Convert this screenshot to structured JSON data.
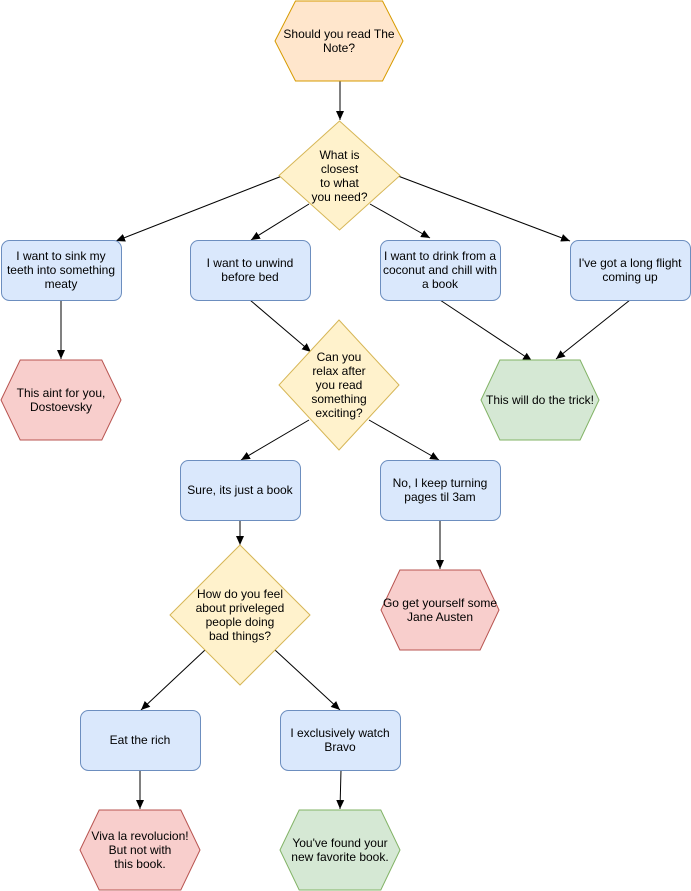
{
  "colors": {
    "start_fill": "#ffe6cc",
    "start_stroke": "#d79b00",
    "decision_fill": "#fff2cc",
    "decision_stroke": "#d6b656",
    "box_fill": "#dae8fc",
    "box_stroke": "#6c8ebf",
    "bad_fill": "#f8cecc",
    "bad_stroke": "#b85450",
    "good_fill": "#d5e8d4",
    "good_stroke": "#82b366",
    "edge": "#000000"
  },
  "nodes": {
    "start": {
      "lines": [
        "Should you read The",
        "Note?"
      ]
    },
    "q_closest": {
      "lines": [
        "What is",
        "closest",
        "to what",
        "you need?"
      ]
    },
    "opt_meaty": {
      "lines": [
        "I want to sink my",
        "teeth into something",
        "meaty"
      ]
    },
    "opt_unwind": {
      "lines": [
        "I want to unwind",
        "before bed"
      ]
    },
    "opt_coconut": {
      "lines": [
        "I want to drink from a",
        "coconut and chill with",
        "a book"
      ]
    },
    "opt_flight": {
      "lines": [
        "I've got a long flight",
        "coming up"
      ]
    },
    "res_dostoevsky": {
      "lines": [
        "This aint for you,",
        "Dostoevsky"
      ]
    },
    "q_relax": {
      "lines": [
        "Can you",
        "relax after",
        "you read",
        "something",
        "exciting?"
      ]
    },
    "res_trick": {
      "lines": [
        "This will do the trick!"
      ]
    },
    "opt_sure": {
      "lines": [
        "Sure, its just a book"
      ]
    },
    "opt_no": {
      "lines": [
        "No, I keep turning",
        "pages til 3am"
      ]
    },
    "q_privileged": {
      "lines": [
        "How do you feel",
        "about priveleged",
        "people doing",
        "bad things?"
      ]
    },
    "res_austen": {
      "lines": [
        "Go get yourself some",
        "Jane Austen"
      ]
    },
    "opt_eat": {
      "lines": [
        "Eat the rich"
      ]
    },
    "opt_bravo": {
      "lines": [
        "I exclusively watch",
        "Bravo"
      ]
    },
    "res_revolucion": {
      "lines": [
        "Viva la revolucion!",
        "But not with",
        "this book."
      ]
    },
    "res_favorite": {
      "lines": [
        "You've found your",
        "new favorite book."
      ]
    }
  },
  "edges": [
    [
      "start",
      "q_closest"
    ],
    [
      "q_closest",
      "opt_meaty"
    ],
    [
      "q_closest",
      "opt_unwind"
    ],
    [
      "q_closest",
      "opt_coconut"
    ],
    [
      "q_closest",
      "opt_flight"
    ],
    [
      "opt_meaty",
      "res_dostoevsky"
    ],
    [
      "opt_unwind",
      "q_relax"
    ],
    [
      "opt_coconut",
      "res_trick"
    ],
    [
      "opt_flight",
      "res_trick"
    ],
    [
      "q_relax",
      "opt_sure"
    ],
    [
      "q_relax",
      "opt_no"
    ],
    [
      "opt_sure",
      "q_privileged"
    ],
    [
      "opt_no",
      "res_austen"
    ],
    [
      "q_privileged",
      "opt_eat"
    ],
    [
      "q_privileged",
      "opt_bravo"
    ],
    [
      "opt_eat",
      "res_revolucion"
    ],
    [
      "opt_bravo",
      "res_favorite"
    ]
  ]
}
